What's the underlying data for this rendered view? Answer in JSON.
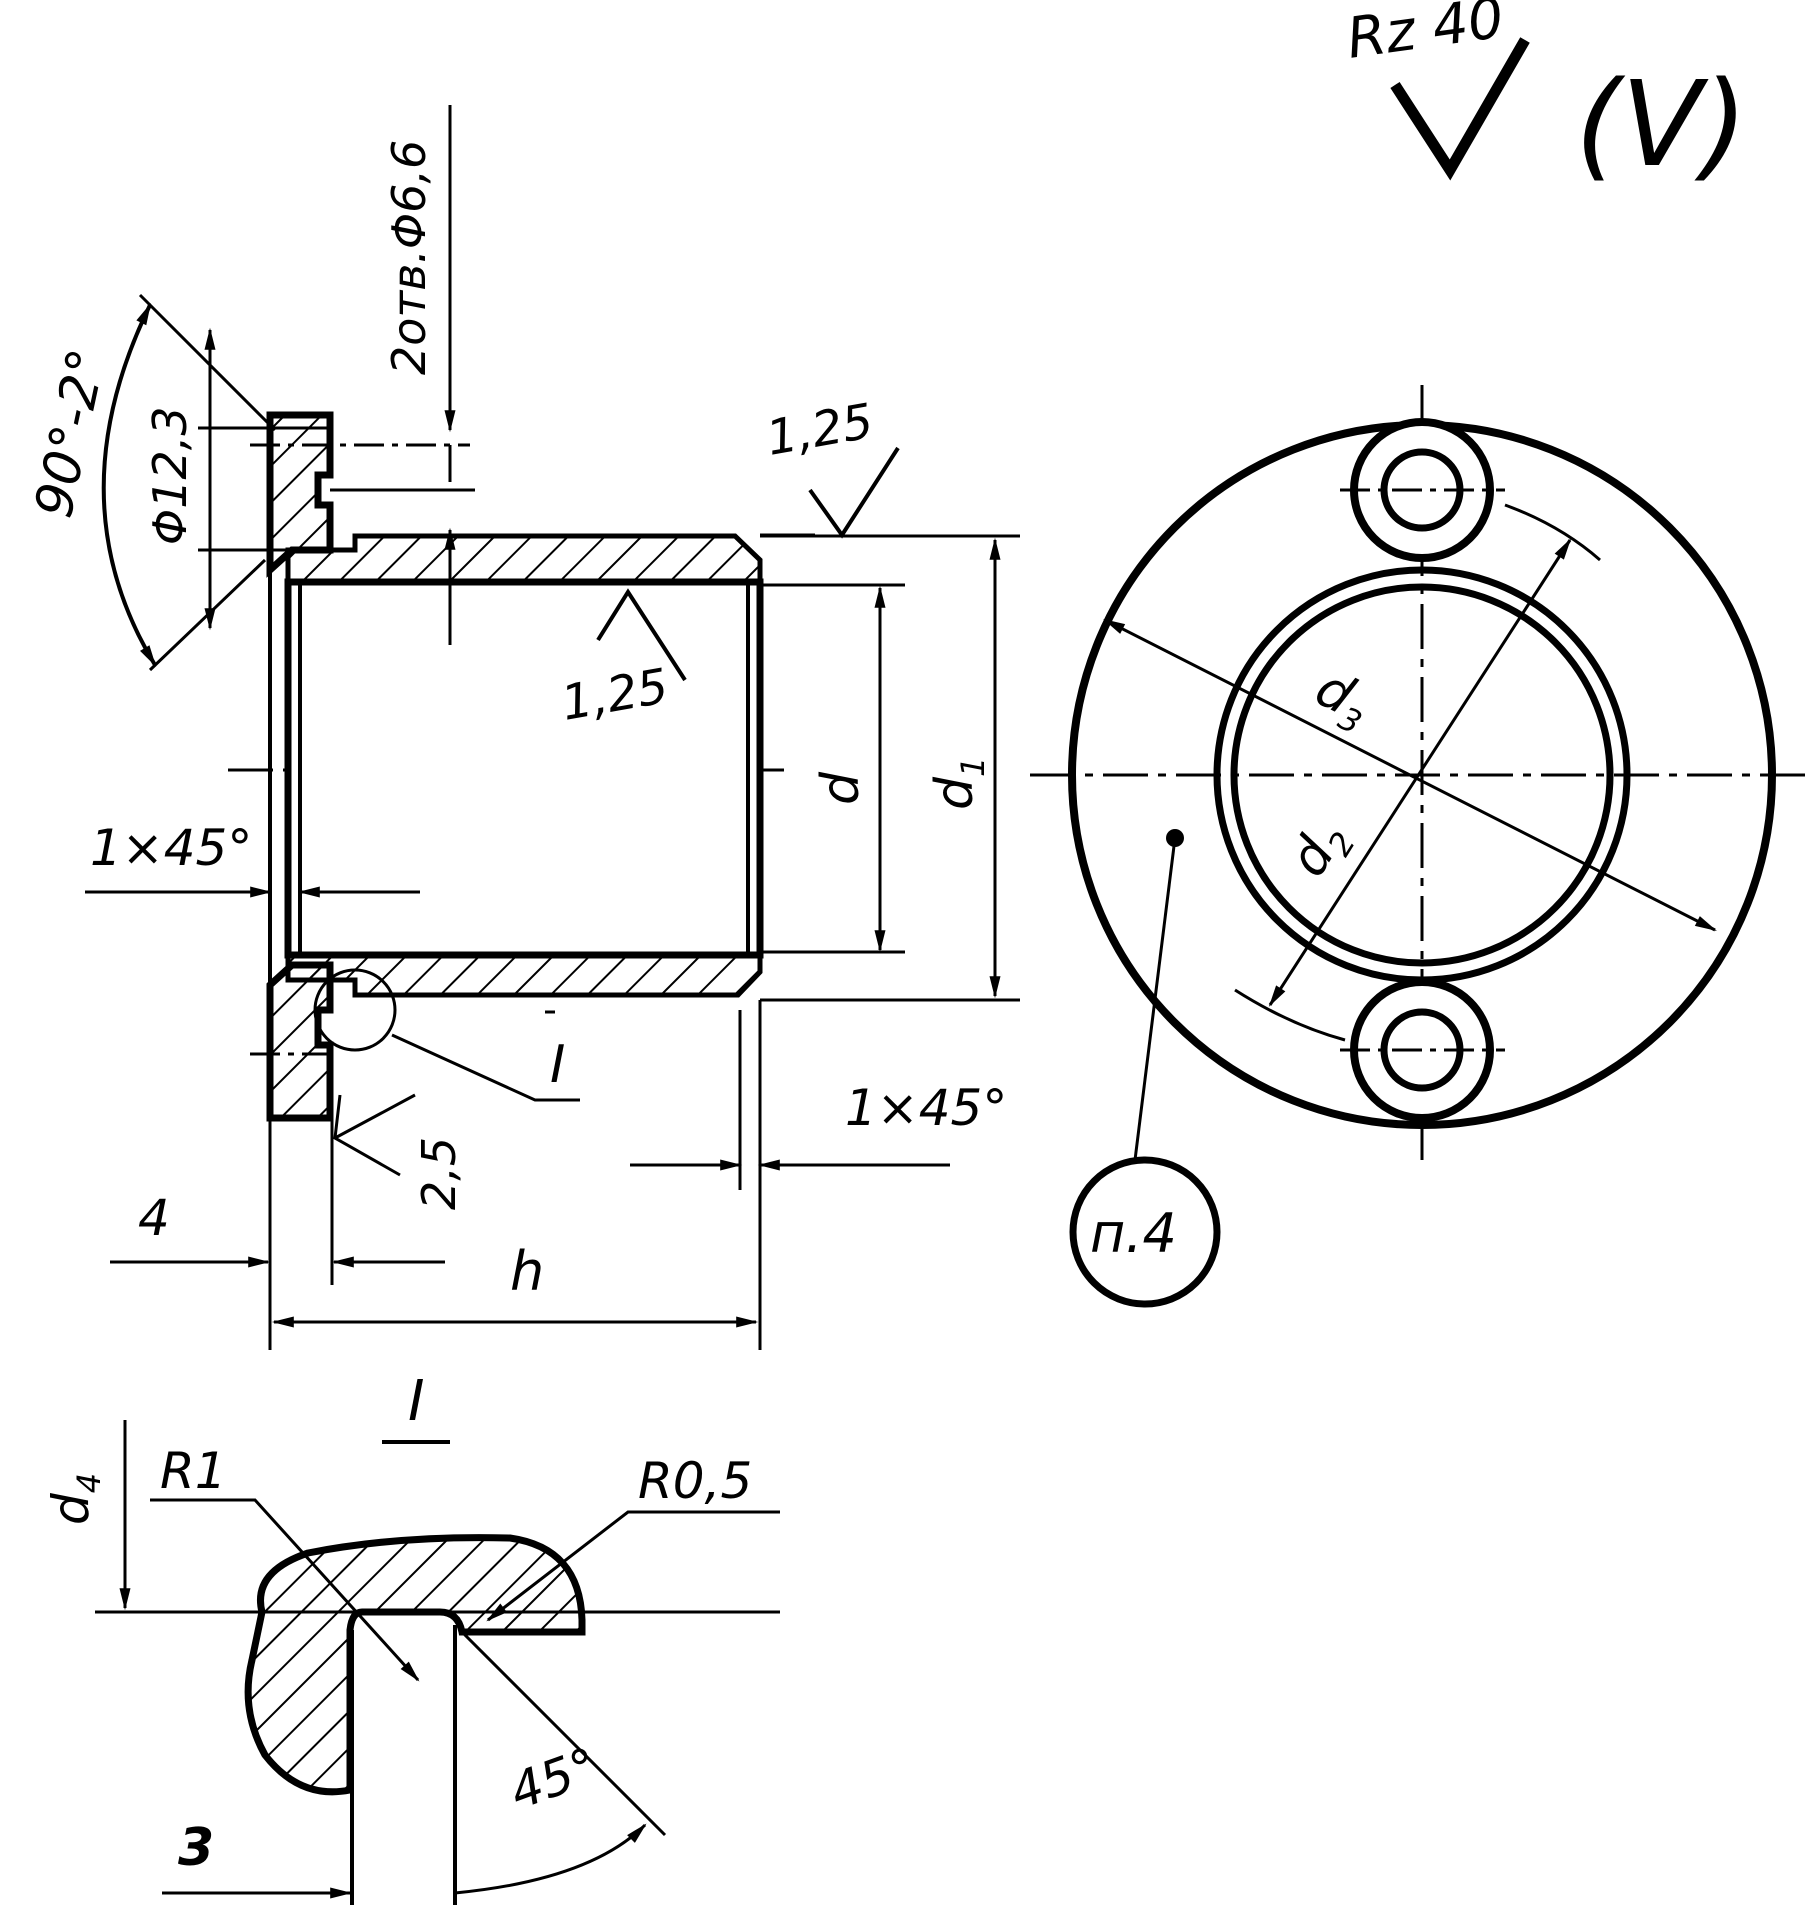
{
  "roughness": {
    "general": "Rz 40",
    "bracket": "(V)"
  },
  "labels": {
    "holes": "2отв.Φ6,6",
    "angle": "90°-2°",
    "counterbore": "Φ12,3",
    "rough_top_outer": "1,25",
    "rough_bore": "1,25",
    "chamfer_left": "1×45°",
    "chamfer_right": "1×45°",
    "dim_d": "d",
    "dim_d1": "d",
    "dim_d1_sub": "1",
    "dim_d2": "d",
    "dim_d2_sub": "2",
    "dim_d3": "d",
    "dim_d3_sub": "3",
    "dim_4": "4",
    "dim_h": "h",
    "dim_25": "2,5",
    "section_ref": "I",
    "detail_title": "I",
    "dim_d4": "d",
    "dim_d4_sub": "4",
    "r1": "R1",
    "r05": "R0,5",
    "dim_3": "3",
    "angle_45": "45°",
    "note": "п.4"
  },
  "colors": {
    "ink": "#000000",
    "paper": "#ffffff"
  }
}
